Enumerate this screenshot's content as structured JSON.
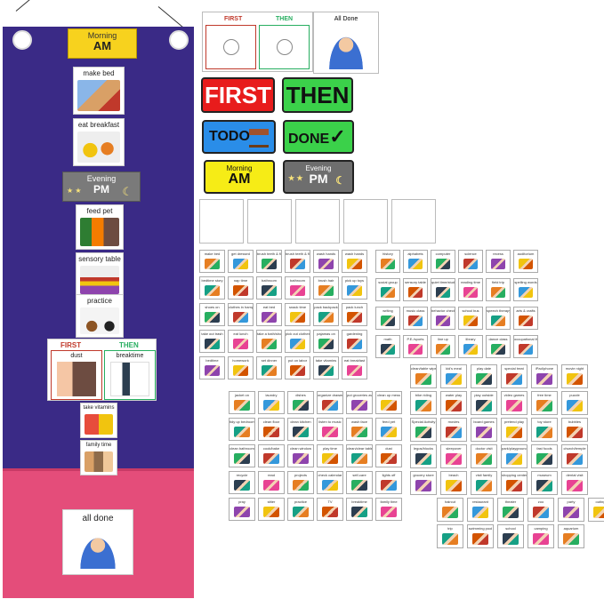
{
  "chart_cards": {
    "morning_label": "Morning",
    "morning_am": "AM",
    "make_bed": "make bed",
    "eat_breakfast": "eat breakfast",
    "evening_label": "Evening",
    "evening_pm": "PM",
    "feed_pet": "feed pet",
    "sensory_table": "sensory table",
    "practice": "practice",
    "first": "FIRST",
    "then": "THEN",
    "dust": "dust",
    "breaktime": "breaktime",
    "take_vitamins": "take vitamins",
    "family_time": "family time",
    "all_done": "all done"
  },
  "top_board": {
    "first": "FIRST",
    "then": "THEN",
    "all_done": "All Done"
  },
  "banners": {
    "first": "FIRST",
    "then": "THEN",
    "todo": "TODO",
    "done": "DONE",
    "done_check": "✓",
    "morning": "Morning",
    "am": "AM",
    "evening": "Evening",
    "pm": "PM"
  },
  "grid_a": [
    "make bed",
    "get dressed",
    "brush teeth & floss",
    "brush teeth & floss",
    "wash hands",
    "wash hands",
    "bedtime story",
    "nap time",
    "bathroom",
    "bathroom",
    "brush hair",
    "pick up toys",
    "shoes on",
    "clothes in hamper",
    "eat bed",
    "snack time",
    "pack backpack",
    "pack lunch",
    "take out trash",
    "eat lunch",
    "take a bath/shower",
    "pick out clothes",
    "pajamas on",
    "gardening",
    "bedtime",
    "homework",
    "set dinner",
    "put on labor",
    "take vitamins",
    "eat breakfast"
  ],
  "grid_b": [
    "history",
    "alphabets",
    "computer",
    "science",
    "recess",
    "auditorium",
    "social group",
    "sensory table",
    "quiet time/study",
    "reading time",
    "field trip",
    "spelling words",
    "writing",
    "music class",
    "behavior check",
    "school bus",
    "speech therapy",
    "arts & crafts",
    "math",
    "P.E./sports",
    "line up",
    "library",
    "dance class",
    "occupational therapy"
  ],
  "grid_c": [
    "jacket on",
    "laundry",
    "dishes",
    "organize drawers",
    "put groceries away",
    "clean up mess",
    "tidy up bedroom",
    "clean floor",
    "clean kitchen",
    "listen to music",
    "wash face",
    "feed pet",
    "clean bathroom",
    "cook/bake",
    "clean window",
    "play time",
    "clean/clear table",
    "dust",
    "recycle",
    "read",
    "projects",
    "check calendar",
    "self-care",
    "lights off",
    "pray",
    "sitter",
    "practice",
    "TV",
    "breaktime",
    "family time"
  ],
  "grid_d": [
    "clean/table wipe",
    "kid's meal",
    "play date",
    "special treat",
    "iPad/phone",
    "movie night",
    "bike riding",
    "water play",
    "play outside",
    "video games",
    "free time",
    "puzzle",
    "Special Activity",
    "movies",
    "board games",
    "pretend play",
    "toy store",
    "bubbles",
    "legos/blocks",
    "sleepover",
    "doctor visit",
    "park/playground",
    "fast foods",
    "church/temple",
    "grocery store",
    "beach",
    "visit family",
    "shopping center",
    "museum",
    "dental visit",
    "haircut",
    "restaurant",
    "theater",
    "zoo",
    "party",
    "outings",
    "trip",
    "swimming pool",
    "school",
    "camping",
    "aquarium"
  ]
}
